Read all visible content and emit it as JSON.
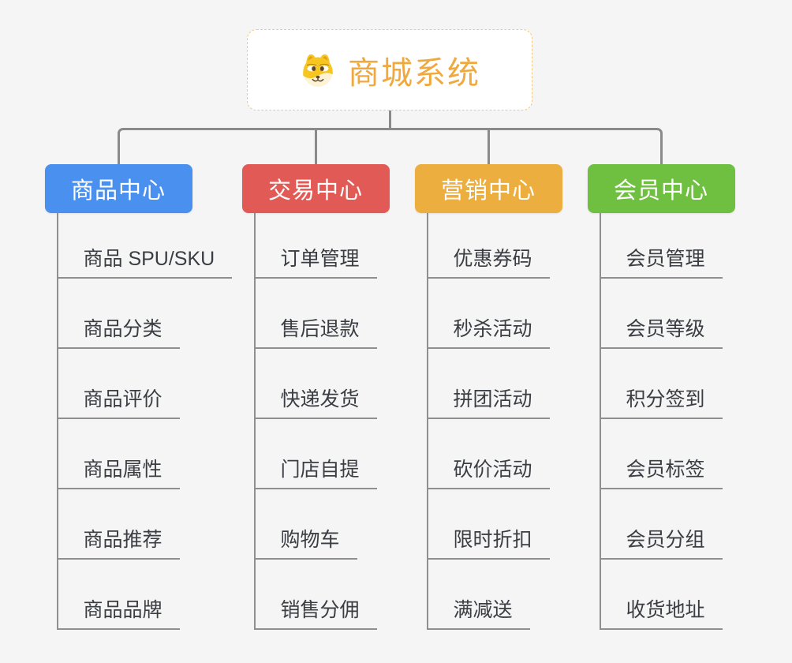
{
  "page": {
    "background_color": "#F5F5F6"
  },
  "root": {
    "label": "商城系统",
    "icon": "doge-icon",
    "text_color": "#EFA93F",
    "border_color": "#F3C87F",
    "background_color": "#FFFFFF"
  },
  "connector_color": "#8A8A8A",
  "leaf_line_color": "#8F8F8F",
  "leaf_text_color": "#3A3D42",
  "branches": [
    {
      "label": "商品中心",
      "color": "#4A90EE",
      "children": [
        "商品 SPU/SKU",
        "商品分类",
        "商品评价",
        "商品属性",
        "商品推荐",
        "商品品牌"
      ]
    },
    {
      "label": "交易中心",
      "color": "#E25A55",
      "children": [
        "订单管理",
        "售后退款",
        "快递发货",
        "门店自提",
        "购物车",
        "销售分佣"
      ]
    },
    {
      "label": "营销中心",
      "color": "#ECAE3E",
      "children": [
        "优惠券码",
        "秒杀活动",
        "拼团活动",
        "砍价活动",
        "限时折扣",
        "满减送"
      ]
    },
    {
      "label": "会员中心",
      "color": "#6FC040",
      "children": [
        "会员管理",
        "会员等级",
        "积分签到",
        "会员标签",
        "会员分组",
        "收货地址"
      ]
    }
  ]
}
